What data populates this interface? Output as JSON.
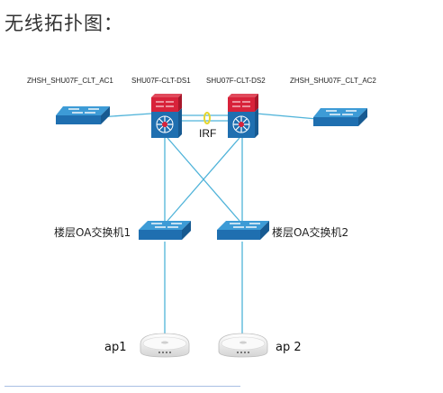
{
  "heading": "无线拓扑图：",
  "devices": {
    "ac1": "ZHSH_SHU07F_CLT_AC1",
    "ds1": "SHU07F-CLT-DS1",
    "ds2": "SHU07F-CLT-DS2",
    "ac2": "ZHSH_SHU07F_CLT_AC2",
    "floor1": "楼层OA交换机1",
    "floor2": "楼层OA交换机2",
    "ap1": "ap1",
    "ap2": "ap 2"
  },
  "irf": "IRF",
  "colors": {
    "link": "#4fb3d9",
    "switch_top": "#3d9bd6",
    "switch_front": "#1f6fb0",
    "router_red": "#d8223a",
    "irf_yellow": "#f2e45c"
  }
}
